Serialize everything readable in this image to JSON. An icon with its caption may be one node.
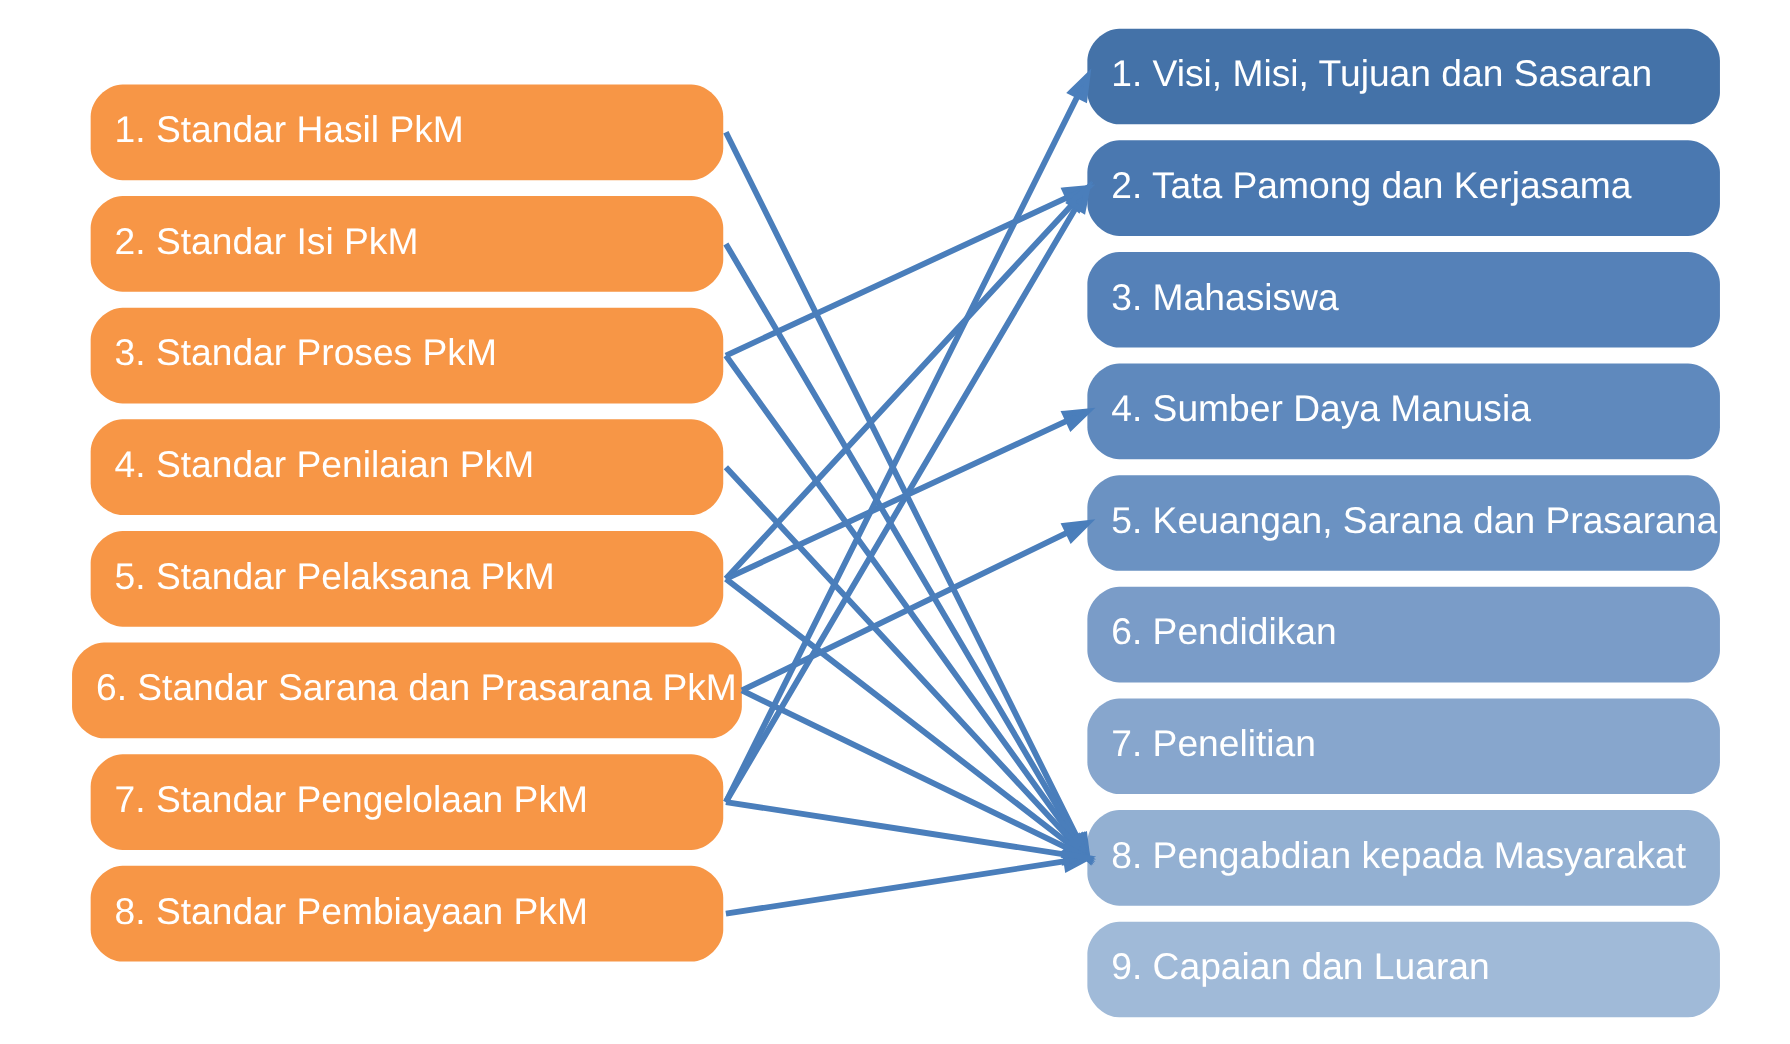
{
  "diagram": {
    "nodes": [
      {
        "text": [
          "1. Standar Hasil PkM"
        ]
      },
      {
        "text": [
          "2. Standar Isi PkM"
        ]
      },
      {
        "text": [
          "3. Standar Proses PkM"
        ]
      },
      {
        "text": [
          "4. Standar Penilaian PkM"
        ]
      },
      {
        "text": [
          "5. Standar Pelaksana PkM"
        ]
      },
      {
        "text": [
          "6. Standar Sarana dan Prasarana PkM"
        ]
      },
      {
        "text": [
          "7. Standar Pengelolaan PkM"
        ]
      },
      {
        "text": [
          "8. Standar Pembiayaan PkM"
        ]
      },
      {
        "text": [
          "1. Visi, Misi, Tujuan dan Sasaran"
        ]
      },
      {
        "text": [
          "2. Tata Pamong dan Kerjasama"
        ]
      },
      {
        "text": [
          "3. Mahasiswa"
        ]
      },
      {
        "text": [
          "4. Sumber Daya Manusia"
        ]
      },
      {
        "text": [
          "5. Keuangan, Sarana dan Prasarana"
        ]
      },
      {
        "text": [
          "6. Pendidikan"
        ]
      },
      {
        "text": [
          "7. Penelitian"
        ]
      },
      {
        "text": [
          "8. Pengabdian kepada Masyarakat"
        ]
      },
      {
        "text": [
          "9. Capaian dan Luaran"
        ]
      }
    ],
    "edges": [
      {
        "from": 0,
        "to": 15,
        "arrow": "to"
      },
      {
        "from": 1,
        "to": 15,
        "arrow": "to"
      },
      {
        "from": 2,
        "to": 9,
        "arrow": "to"
      },
      {
        "from": 2,
        "to": 15,
        "arrow": "to"
      },
      {
        "from": 3,
        "to": 15,
        "arrow": "to"
      },
      {
        "from": 4,
        "to": 9,
        "arrow": "to"
      },
      {
        "from": 4,
        "to": 11,
        "arrow": "to"
      },
      {
        "from": 4,
        "to": 15,
        "arrow": "to"
      },
      {
        "from": 5,
        "to": 12,
        "arrow": "to"
      },
      {
        "from": 5,
        "to": 15,
        "arrow": "to"
      },
      {
        "from": 6,
        "to": 8,
        "arrow": "to"
      },
      {
        "from": 6,
        "to": 9,
        "arrow": "to"
      },
      {
        "from": 6,
        "to": 15,
        "arrow": "to"
      },
      {
        "from": 7,
        "to": 15,
        "arrow": "to"
      }
    ]
  }
}
